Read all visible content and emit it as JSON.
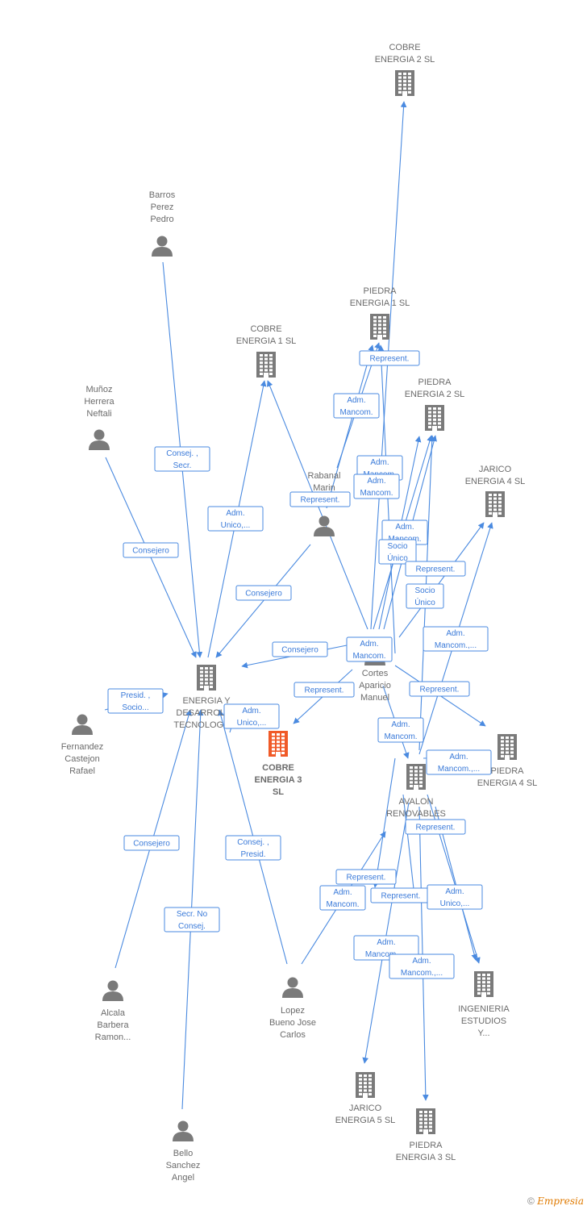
{
  "colors": {
    "edge": "#4a8ae0",
    "node": "#7a7a7a",
    "focus": "#f05a28"
  },
  "nodes": {
    "cobre2": {
      "type": "company",
      "label": [
        "COBRE",
        "ENERGIA 2  SL"
      ]
    },
    "barros": {
      "type": "person",
      "label": [
        "Barros",
        "Perez",
        "Pedro"
      ]
    },
    "piedra1": {
      "type": "company",
      "label": [
        "PIEDRA",
        "ENERGIA 1  SL"
      ]
    },
    "cobre1": {
      "type": "company",
      "label": [
        "COBRE",
        "ENERGIA 1  SL"
      ]
    },
    "piedra2": {
      "type": "company",
      "label": [
        "PIEDRA",
        "ENERGIA 2  SL"
      ]
    },
    "munoz": {
      "type": "person",
      "label": [
        "Muñoz",
        "Herrera",
        "Neftali"
      ]
    },
    "jarico4": {
      "type": "company",
      "label": [
        "JARICO",
        "ENERGIA 4  SL"
      ]
    },
    "rabanal": {
      "type": "person",
      "label": [
        "Rabanal",
        "Marin"
      ]
    },
    "energia": {
      "type": "company",
      "label": [
        "ENERGIA Y",
        "DESARROLLO",
        "TECNOLOGICO"
      ]
    },
    "cortes": {
      "type": "person",
      "label": [
        "Cortes",
        "Aparicio",
        "Manuel"
      ]
    },
    "cobre3": {
      "type": "focus",
      "label": [
        "COBRE",
        "ENERGIA 3",
        "SL"
      ]
    },
    "fernandez": {
      "type": "person",
      "label": [
        "Fernandez",
        "Castejon",
        "Rafael"
      ]
    },
    "piedra4": {
      "type": "company",
      "label": [
        "PIEDRA",
        "ENERGIA 4  SL"
      ]
    },
    "avalon": {
      "type": "company",
      "label": [
        "AVALON",
        "RENOVABLES"
      ]
    },
    "alcala": {
      "type": "person",
      "label": [
        "Alcala",
        "Barbera",
        "Ramon..."
      ]
    },
    "lopez": {
      "type": "person",
      "label": [
        "Lopez",
        "Bueno Jose",
        "Carlos"
      ]
    },
    "ingenieria": {
      "type": "company",
      "label": [
        "INGENIERIA",
        "ESTUDIOS",
        "Y..."
      ]
    },
    "jarico5": {
      "type": "company",
      "label": [
        "JARICO",
        "ENERGIA 5  SL"
      ]
    },
    "piedra3": {
      "type": "company",
      "label": [
        "PIEDRA",
        "ENERGIA 3  SL"
      ]
    },
    "bello": {
      "type": "person",
      "label": [
        "Bello",
        "Sanchez",
        "Angel"
      ]
    }
  },
  "edge_labels": [
    [
      "Represent."
    ],
    [
      "Adm.",
      "Mancom."
    ],
    [
      "Adm.",
      "Mancom."
    ],
    [
      "Adm.",
      "Mancom."
    ],
    [
      "Represent."
    ],
    [
      "Consej. ,",
      "Secr."
    ],
    [
      "Adm.",
      "Unico,..."
    ],
    [
      "Consejero"
    ],
    [
      "Consejero"
    ],
    [
      "Adm.",
      "Mancom."
    ],
    [
      "Socio",
      "Único"
    ],
    [
      "Represent."
    ],
    [
      "Socio",
      "Único"
    ],
    [
      "Adm.",
      "Mancom.,..."
    ],
    [
      "Consejero"
    ],
    [
      "Adm.",
      "Mancom."
    ],
    [
      "Presid. ,",
      "Socio..."
    ],
    [
      "Represent."
    ],
    [
      "Represent."
    ],
    [
      "Adm.",
      "Unico,..."
    ],
    [
      "Adm.",
      "Mancom."
    ],
    [
      "Adm.",
      "Mancom.,..."
    ],
    [
      "Represent."
    ],
    [
      "Consejero"
    ],
    [
      "Consej. ,",
      "Presid."
    ],
    [
      "Secr.  No",
      "Consej."
    ],
    [
      "Represent."
    ],
    [
      "Adm.",
      "Mancom."
    ],
    [
      "Represent."
    ],
    [
      "Adm.",
      "Unico,..."
    ],
    [
      "Adm.",
      "Mancom.,..."
    ],
    [
      "Adm.",
      "Mancom.,..."
    ]
  ],
  "watermark": {
    "copyright": "©",
    "brand": "Empresia"
  }
}
